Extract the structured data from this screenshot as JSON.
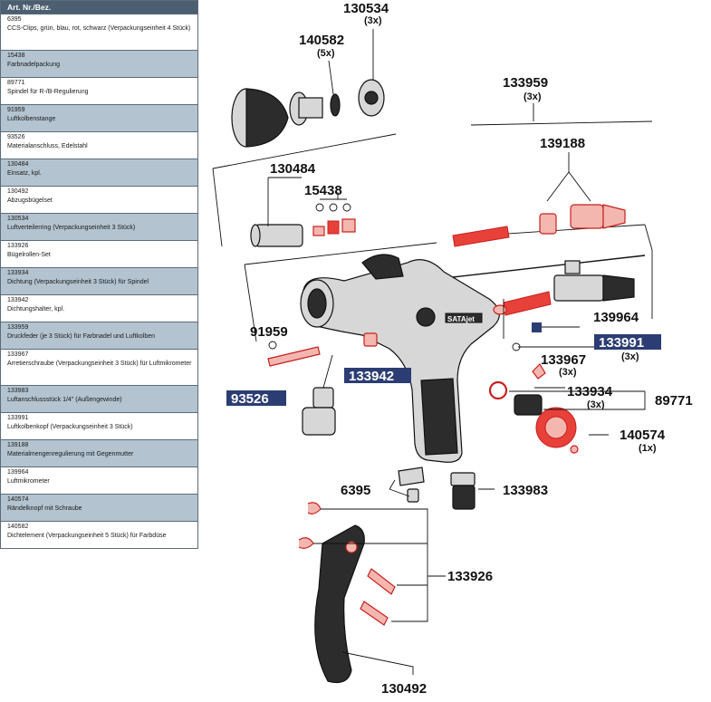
{
  "table": {
    "header": "Art. Nr./Bez.",
    "rows": [
      {
        "num": "6395",
        "desc": "CCS-Clips, grün, blau, rot, schwarz (Verpackungseinheit 4 Stück)"
      },
      {
        "num": "15438",
        "desc": "Farbnadelpackung"
      },
      {
        "num": "89771",
        "desc": "Spindel für R-/B-Regulierung"
      },
      {
        "num": "91959",
        "desc": "Luftkolbenstange"
      },
      {
        "num": "93526",
        "desc": "Materialanschluss, Edelstahl"
      },
      {
        "num": "130484",
        "desc": "Einsatz, kpl."
      },
      {
        "num": "130492",
        "desc": "Abzugsbügelset"
      },
      {
        "num": "130534",
        "desc": "Luftverteilerring (Verpackungseinheit 3 Stück)"
      },
      {
        "num": "133926",
        "desc": "Bügelrollen-Set"
      },
      {
        "num": "133934",
        "desc": "Dichtung (Verpackungseinheit 3 Stück) für Spindel"
      },
      {
        "num": "133942",
        "desc": "Dichtungshalter, kpl."
      },
      {
        "num": "133959",
        "desc": "Druckfeder (je 3 Stück) für Farbnadel und Luftkolben"
      },
      {
        "num": "133967",
        "desc": "Arretierschraube (Verpackungseinheit 3 Stück) für Luftmikrometer"
      },
      {
        "num": "133983",
        "desc": "Luftanschlussstück 1/4\" (Außengewinde)"
      },
      {
        "num": "133991",
        "desc": "Luftkolbenkopf (Verpackungseinheit 3 Stück)"
      },
      {
        "num": "139188",
        "desc": "Materialmengenregulierung mit Gegenmutter"
      },
      {
        "num": "139964",
        "desc": "Luftmikrometer"
      },
      {
        "num": "140574",
        "desc": "Rändelknopf mit Schraube"
      },
      {
        "num": "140582",
        "desc": "Dichtelement (Verpackungseinheit 5 Stück) für Farbdüse"
      }
    ]
  },
  "callouts": {
    "c130534": "130534",
    "q130534": "(3x)",
    "c140582": "140582",
    "q140582": "(5x)",
    "c133959": "133959",
    "q133959": "(3x)",
    "c139188": "139188",
    "c130484": "130484",
    "c15438": "15438",
    "c139964": "139964",
    "c91959": "91959",
    "c133991": "133991",
    "q133991": "(3x)",
    "c133967": "133967",
    "q133967": "(3x)",
    "c133942": "133942",
    "c133934": "133934",
    "q133934": "(3x)",
    "c89771": "89771",
    "c93526": "93526",
    "c140574": "140574",
    "q140574": "(1x)",
    "c6395": "6395",
    "c133983": "133983",
    "c133926": "133926",
    "c130492": "130492"
  },
  "brand": "SATAjet"
}
